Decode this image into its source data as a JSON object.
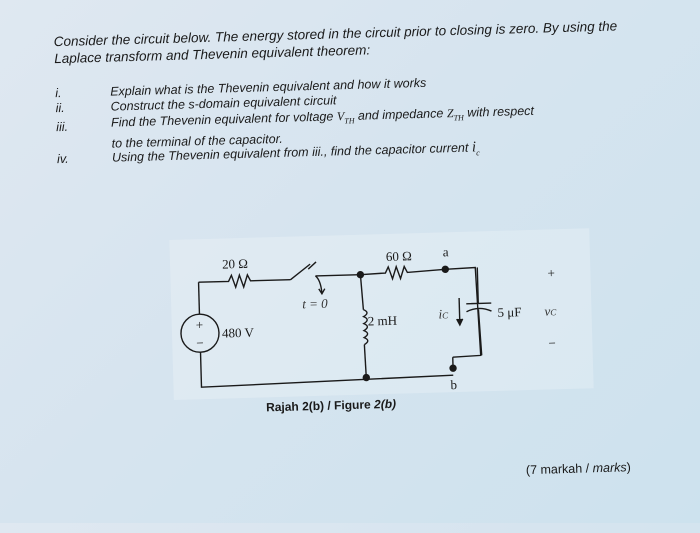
{
  "intro": "Consider the circuit below. The energy stored in the circuit prior to closing is zero. By using the Laplace transform and Thevenin equivalent theorem:",
  "questions": [
    {
      "num": "i.",
      "text": "Explain what is the Thevenin equivalent and how it works"
    },
    {
      "num": "ii.",
      "text": "Construct the s-domain equivalent circuit"
    },
    {
      "num": "iii.",
      "text_a": "Find the Thevenin equivalent for voltage",
      "sym_v": "V",
      "sym_v_sub": "TH",
      "text_b": "and impedance",
      "sym_z": "Z",
      "sym_z_sub": "TH",
      "text_c": "with respect",
      "text_line2": "to the terminal of the capacitor."
    },
    {
      "num": "iv.",
      "text": "Using the Thevenin equivalent from iii., find the capacitor current",
      "sym": "i",
      "sym_sub": "c"
    }
  ],
  "circuit": {
    "source_voltage": "480 V",
    "source_plus": "+",
    "source_minus": "−",
    "r1": "20 Ω",
    "switch_label": "t = 0",
    "r2": "60 Ω",
    "inductor": "2 mH",
    "capacitor": "5 μF",
    "cap_current": "i",
    "cap_current_sub": "C",
    "cap_voltage": "v",
    "cap_voltage_sub": "C",
    "node_a": "a",
    "node_b": "b",
    "vc_plus": "+",
    "vc_minus": "−"
  },
  "caption_prefix": "Rajah 2(b) / Figure ",
  "caption_italic": "2(b)",
  "marks_prefix": "(7 markah / ",
  "marks_italic": "marks",
  "marks_suffix": ")"
}
